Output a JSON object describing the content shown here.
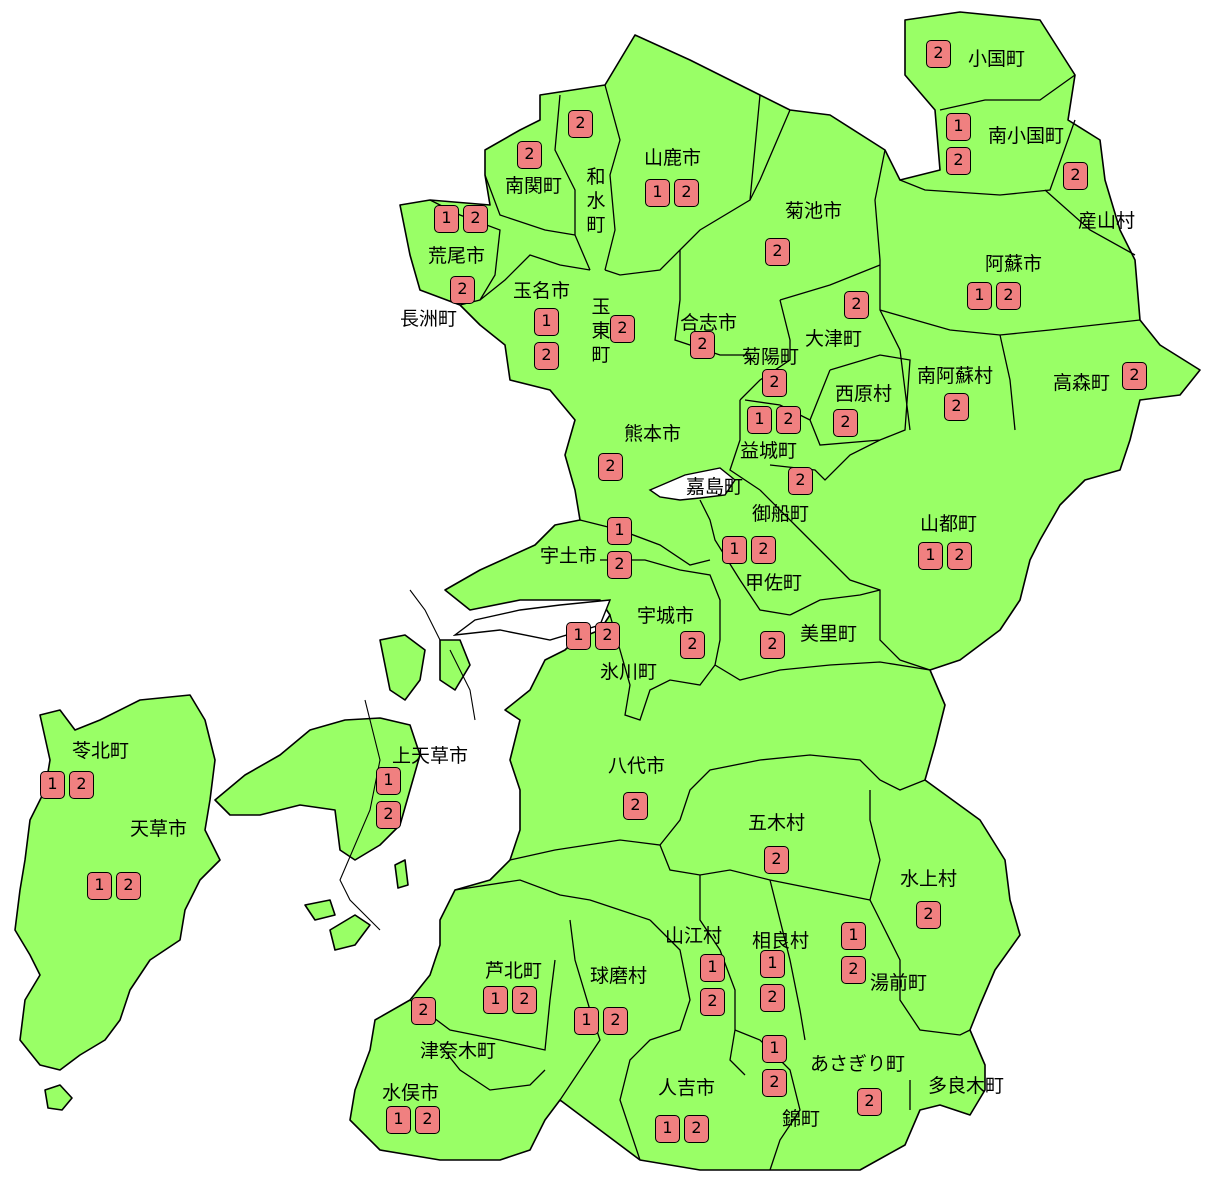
{
  "colors": {
    "land": "#99ff66",
    "badge_fill": "#f08080",
    "outline": "#000000"
  },
  "regions": [
    {
      "id": "oguni",
      "name": "小国町",
      "badges": [
        "2"
      ]
    },
    {
      "id": "minamioguni",
      "name": "南小国町",
      "badges": [
        "1",
        "2"
      ]
    },
    {
      "id": "ubuyama",
      "name": "産山村",
      "badges": [
        "2"
      ]
    },
    {
      "id": "aso",
      "name": "阿蘇市",
      "badges": [
        "1",
        "2"
      ]
    },
    {
      "id": "takamori",
      "name": "高森町",
      "badges": [
        "2"
      ]
    },
    {
      "id": "minamiaso",
      "name": "南阿蘇村",
      "badges": [
        "2"
      ]
    },
    {
      "id": "nankan",
      "name": "南関町",
      "badges": [
        "2"
      ]
    },
    {
      "id": "nagomi",
      "name": "和水町",
      "badges": [
        "2"
      ]
    },
    {
      "id": "yamaga",
      "name": "山鹿市",
      "badges": [
        "1",
        "2"
      ]
    },
    {
      "id": "kikuchi",
      "name": "菊池市",
      "badges": [
        "2"
      ]
    },
    {
      "id": "arao",
      "name": "荒尾市",
      "badges": [
        "1",
        "2"
      ]
    },
    {
      "id": "nagasu",
      "name": "長洲町",
      "badges": [
        "2"
      ]
    },
    {
      "id": "tamana",
      "name": "玉名市",
      "badges": [
        "1",
        "2"
      ]
    },
    {
      "id": "gyokuto",
      "name": "玉東町",
      "badges": [
        "2"
      ]
    },
    {
      "id": "koshi",
      "name": "合志市",
      "badges": [
        "2"
      ]
    },
    {
      "id": "ozu",
      "name": "大津町",
      "badges": [
        "2"
      ]
    },
    {
      "id": "kikuyo",
      "name": "菊陽町",
      "badges": [
        "2"
      ]
    },
    {
      "id": "nishihara",
      "name": "西原村",
      "badges": [
        "2"
      ]
    },
    {
      "id": "kumamoto",
      "name": "熊本市",
      "badges": [
        "2"
      ]
    },
    {
      "id": "mashiki",
      "name": "益城町",
      "badges": [
        "1",
        "2"
      ]
    },
    {
      "id": "kashima",
      "name": "嘉島町",
      "badges": [
        "2"
      ]
    },
    {
      "id": "mifune",
      "name": "御船町",
      "badges": [
        "1",
        "2"
      ]
    },
    {
      "id": "yamato",
      "name": "山都町",
      "badges": [
        "1",
        "2"
      ]
    },
    {
      "id": "uto",
      "name": "宇土市",
      "badges": [
        "1",
        "2"
      ]
    },
    {
      "id": "kosa",
      "name": "甲佐町",
      "badges": []
    },
    {
      "id": "uki",
      "name": "宇城市",
      "badges": [
        "2"
      ]
    },
    {
      "id": "misato",
      "name": "美里町",
      "badges": [
        "2"
      ]
    },
    {
      "id": "hikawa",
      "name": "氷川町",
      "badges": [
        "1",
        "2"
      ]
    },
    {
      "id": "reihoku",
      "name": "苓北町",
      "badges": [
        "1",
        "2"
      ]
    },
    {
      "id": "kamiamakusa",
      "name": "上天草市",
      "badges": [
        "1",
        "2"
      ]
    },
    {
      "id": "amakusa",
      "name": "天草市",
      "badges": [
        "1",
        "2"
      ]
    },
    {
      "id": "yatsushiro",
      "name": "八代市",
      "badges": [
        "2"
      ]
    },
    {
      "id": "itsuki",
      "name": "五木村",
      "badges": [
        "2"
      ]
    },
    {
      "id": "mizukami",
      "name": "水上村",
      "badges": [
        "2"
      ]
    },
    {
      "id": "yamae",
      "name": "山江村",
      "badges": [
        "1",
        "2"
      ]
    },
    {
      "id": "sagara",
      "name": "相良村",
      "badges": [
        "1",
        "2"
      ]
    },
    {
      "id": "yunomae",
      "name": "湯前町",
      "badges": [
        "1",
        "2"
      ]
    },
    {
      "id": "ashikita",
      "name": "芦北町",
      "badges": [
        "1",
        "2"
      ]
    },
    {
      "id": "kuma",
      "name": "球磨村",
      "badges": [
        "1",
        "2"
      ]
    },
    {
      "id": "tsunagi",
      "name": "津奈木町",
      "badges": [
        "2"
      ]
    },
    {
      "id": "asagiri",
      "name": "あさぎり町",
      "badges": [
        "2"
      ]
    },
    {
      "id": "taragi",
      "name": "多良木町",
      "badges": []
    },
    {
      "id": "minamata",
      "name": "水俣市",
      "badges": [
        "1",
        "2"
      ]
    },
    {
      "id": "hitoyoshi",
      "name": "人吉市",
      "badges": [
        "1",
        "2"
      ]
    },
    {
      "id": "nishiki",
      "name": "錦町",
      "badges": [
        "1",
        "2"
      ]
    }
  ]
}
